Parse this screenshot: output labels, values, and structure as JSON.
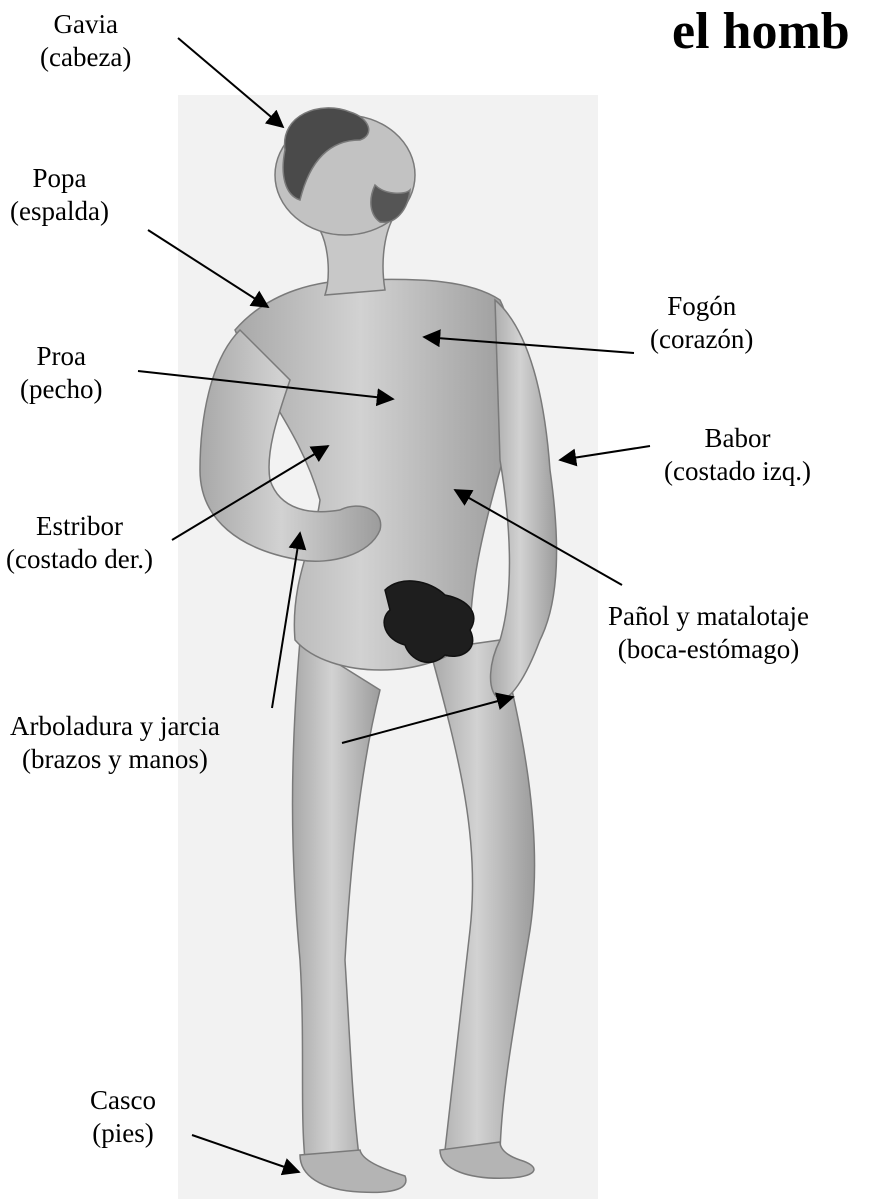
{
  "title": "el homb",
  "colors": {
    "ink": "#000000",
    "panel": "#f2f2f2",
    "skin": "#c4c4c4",
    "skin_dark": "#9a9a9a",
    "hair": "#4a4a4a",
    "leaf": "#1e1e1e"
  },
  "labels": [
    {
      "id": "gavia",
      "name": "Gavia",
      "part": "(cabeza)"
    },
    {
      "id": "popa",
      "name": "Popa",
      "part": "(espalda)"
    },
    {
      "id": "proa",
      "name": "Proa",
      "part": "(pecho)"
    },
    {
      "id": "estribor",
      "name": "Estribor",
      "part": "(costado der.)"
    },
    {
      "id": "fogon",
      "name": "Fogón",
      "part": "(corazón)"
    },
    {
      "id": "babor",
      "name": "Babor",
      "part": "(costado izq.)"
    },
    {
      "id": "panol",
      "name": "Pañol y matalotaje",
      "part": "(boca-estómago)"
    },
    {
      "id": "arboladura",
      "name": "Arboladura y jarcia",
      "part": "(brazos y manos)"
    },
    {
      "id": "casco",
      "name": "Casco",
      "part": "(pies)"
    }
  ]
}
